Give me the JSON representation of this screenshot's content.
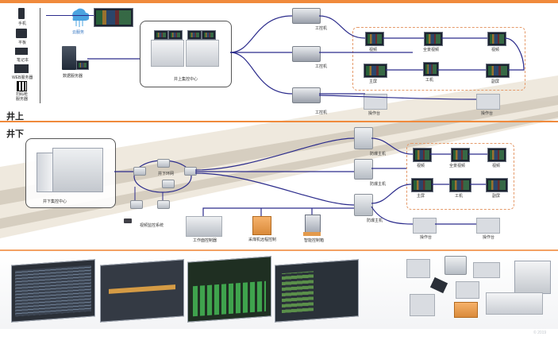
{
  "colors": {
    "accent_orange": "#f08a3c",
    "link_blue": "#2c2c8c",
    "dashed_box": "#e59a6a"
  },
  "top_section": {
    "title": "井上",
    "left_devices": [
      {
        "label": "手机",
        "icon": "phone-icon"
      },
      {
        "label": "平板",
        "icon": "tablet-icon"
      },
      {
        "label": "笔记本",
        "icon": "laptop-icon"
      },
      {
        "label": "WEB服务器",
        "icon": "server-icon"
      },
      {
        "label": "扫码枪\n服务器",
        "icon": "qrcode-icon"
      }
    ],
    "cloud_label": "云服务",
    "server_label": "数据服务器",
    "control_center_label": "井上集控中心",
    "ipc_labels": [
      "工控机",
      "工控机",
      "工控机"
    ],
    "cameras": [
      "视频",
      "全景视频",
      "视频"
    ],
    "screens": [
      "主屏",
      "工机",
      "副屏"
    ],
    "consoles": [
      "操作台",
      "操作台"
    ]
  },
  "bottom_section": {
    "title": "井下",
    "control_center_label": "井下集控中心",
    "ring_label": "井下环网",
    "switch_label": "视频监控系统",
    "enclosure_labels": [
      "防爆主机",
      "防爆主机",
      "防爆主机"
    ],
    "cameras": [
      "视频",
      "全景视频",
      "视频"
    ],
    "screens": [
      "主屏",
      "工机",
      "副屏"
    ],
    "consoles": [
      "操作台",
      "操作台"
    ],
    "bottom_devices": [
      "工作面控制器",
      "采煤机远程控制",
      "智能控制箱"
    ]
  },
  "footer": {
    "watermark": "© 2019"
  }
}
